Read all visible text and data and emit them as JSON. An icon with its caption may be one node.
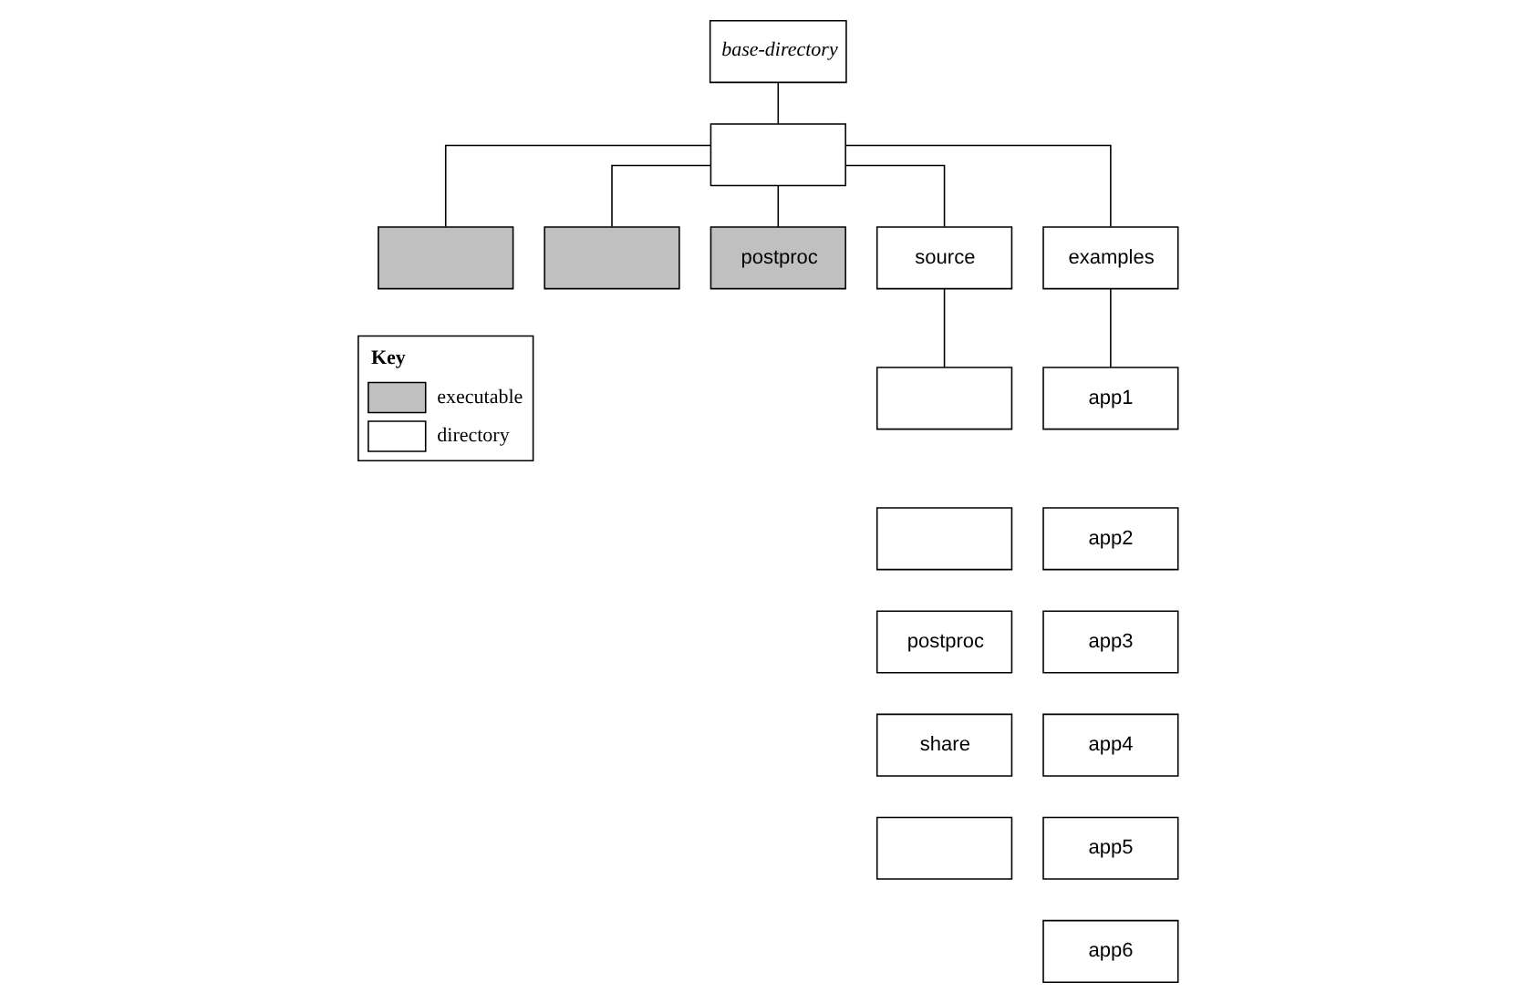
{
  "diagram": {
    "nodes": [
      {
        "text": [
          "base-directory"
        ]
      },
      {
        "text": [],
        "shape": "box"
      },
      {
        "text": [],
        "shape": "box"
      },
      {
        "text": [],
        "shape": "box"
      },
      {
        "text": [
          "postproc"
        ]
      },
      {
        "text": [
          "source"
        ]
      },
      {
        "text": [
          "examples"
        ]
      },
      {
        "text": [],
        "shape": "box"
      },
      {
        "text": [],
        "shape": "box"
      },
      {
        "text": [
          "postproc"
        ]
      },
      {
        "text": [
          "share"
        ]
      },
      {
        "text": [],
        "shape": "box"
      },
      {
        "text": [
          "app1"
        ]
      },
      {
        "text": [
          "app2"
        ]
      },
      {
        "text": [
          "app3"
        ]
      },
      {
        "text": [
          "app4"
        ]
      },
      {
        "text": [
          "app5"
        ]
      },
      {
        "text": [
          "app6"
        ]
      }
    ],
    "edges": [
      {
        "from": 0,
        "to": 1,
        "arrow": "none"
      },
      {
        "from": 1,
        "to": 2,
        "arrow": "none"
      },
      {
        "from": 1,
        "to": 3,
        "arrow": "none"
      },
      {
        "from": 1,
        "to": 4,
        "arrow": "none"
      },
      {
        "from": 1,
        "to": 5,
        "arrow": "none"
      },
      {
        "from": 1,
        "to": 6,
        "arrow": "none"
      },
      {
        "from": 5,
        "to": 7,
        "arrow": "none"
      },
      {
        "from": 6,
        "to": 12,
        "arrow": "none"
      }
    ],
    "labels": [
      "Key"
    ],
    "legend": [
      {
        "text": "executable",
        "color": "#c0c0c0"
      },
      {
        "text": "directory",
        "color": "#ffffff"
      }
    ]
  }
}
